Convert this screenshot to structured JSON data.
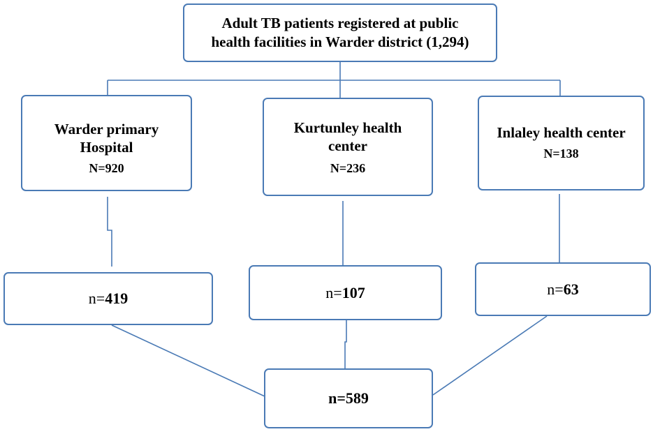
{
  "root": {
    "line1": "Adult TB patients registered at public",
    "line2": "health facilities in Warder district (1,294)"
  },
  "facilities": [
    {
      "line1": "Warder primary",
      "line2": "Hospital",
      "count": "N=920",
      "sub_prefix": "n=",
      "sub_value": "419"
    },
    {
      "line1": "Kurtunley health",
      "line2": "center",
      "count": "N=236",
      "sub_prefix": "n=",
      "sub_value": "107"
    },
    {
      "line1": "Inlaley health center",
      "line2": "",
      "count": "N=138",
      "sub_prefix": "n=",
      "sub_value": "63"
    }
  ],
  "total": {
    "prefix": "n=",
    "value": "589"
  },
  "colors": {
    "box_border": "#4a7ab5",
    "connector": "#4a7ab5"
  }
}
